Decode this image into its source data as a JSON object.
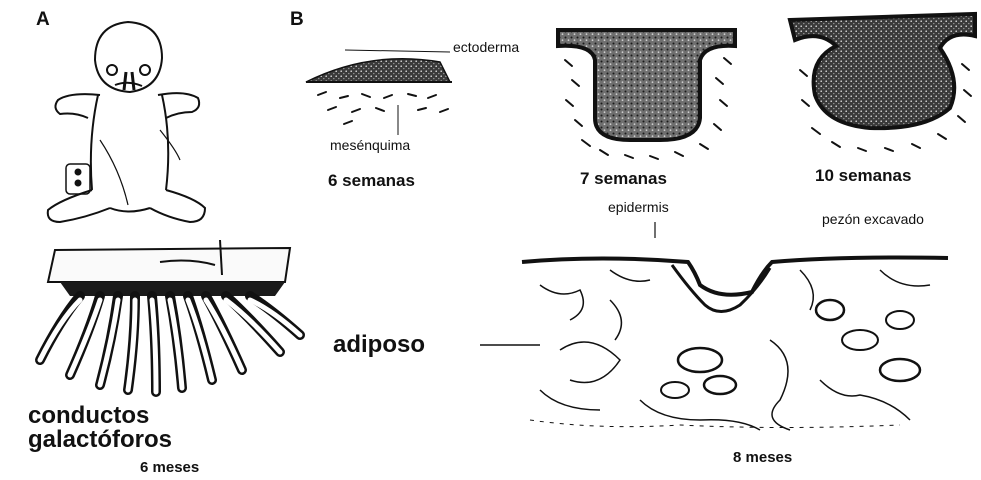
{
  "panels": {
    "a": {
      "letter": "A"
    },
    "b": {
      "letter": "B"
    }
  },
  "labels": {
    "ectoderma": "ectoderma",
    "mesenquima": "mesénquima",
    "semanas_6": "6 semanas",
    "semanas_7": "7 semanas",
    "semanas_10": "10 semanas",
    "epidermis": "epidermis",
    "pezon_excavado": "pezón excavado",
    "adiposo": "adiposo",
    "conductos": "conductos",
    "galactoforos": "galactóforos",
    "meses_6": "6 meses",
    "meses_8": "8 meses"
  }
}
